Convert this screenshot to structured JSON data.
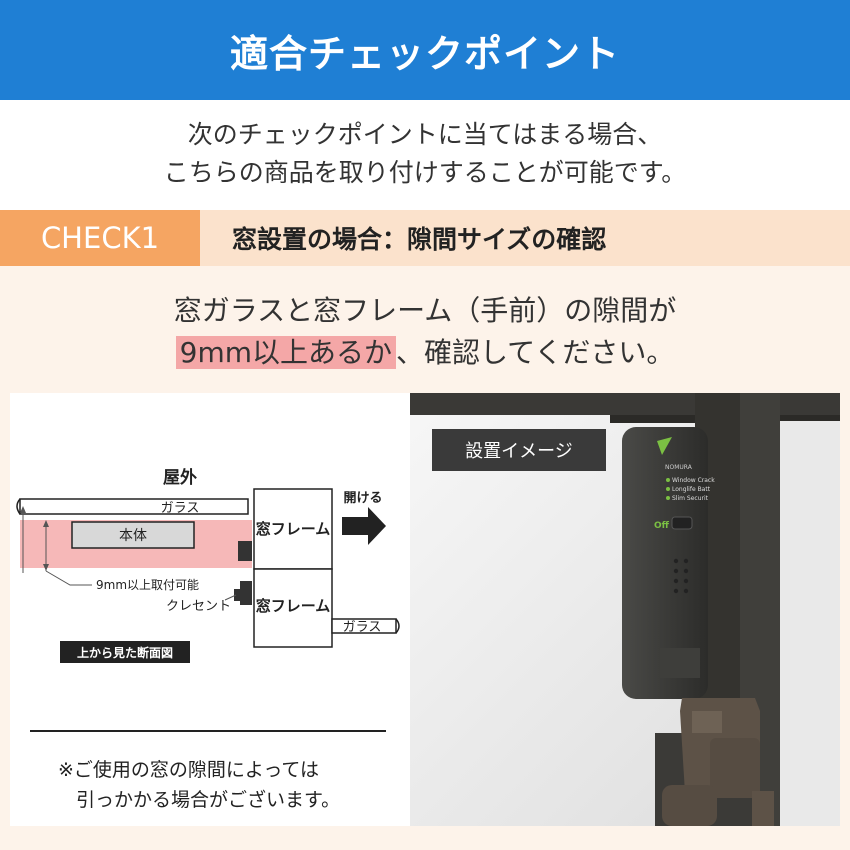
{
  "header": {
    "title": "適合チェックポイント"
  },
  "intro": {
    "line1": "次のチェックポイントに当てはまる場合、",
    "line2": "こちらの商品を取り付けすることが可能です。"
  },
  "check": {
    "label": "CHECK1",
    "title": "窓設置の場合：隙間サイズの確認"
  },
  "message": {
    "line1": "窓ガラスと窓フレーム（手前）の隙間が",
    "highlight": "9mm以上あるか",
    "line2_rest": "、確認してください。"
  },
  "diagram": {
    "outside": "屋外",
    "glass_top": "ガラス",
    "body": "本体",
    "frame_top": "窓フレーム",
    "open": "開ける",
    "gap_note": "9mm以上取付可能",
    "crescent": "クレセント",
    "frame_bottom": "窓フレーム",
    "glass_bottom": "ガラス",
    "caption": "上から見た断面図"
  },
  "photo": {
    "tag": "設置イメージ",
    "device_brand": "NOMURA",
    "device_lines": [
      "Window Crack",
      "Longlife Batt",
      "Slim Securit"
    ],
    "off_label": "Off"
  },
  "note": {
    "line1": "※ご使用の窓の隙間によっては",
    "line2": "引っかかる場合がございます。"
  },
  "colors": {
    "header": "#1f7fd4",
    "check_label": "#f5a562",
    "check_bar": "#fbe2cc",
    "background": "#fdf3ea",
    "highlight": "#f4a7a7"
  }
}
